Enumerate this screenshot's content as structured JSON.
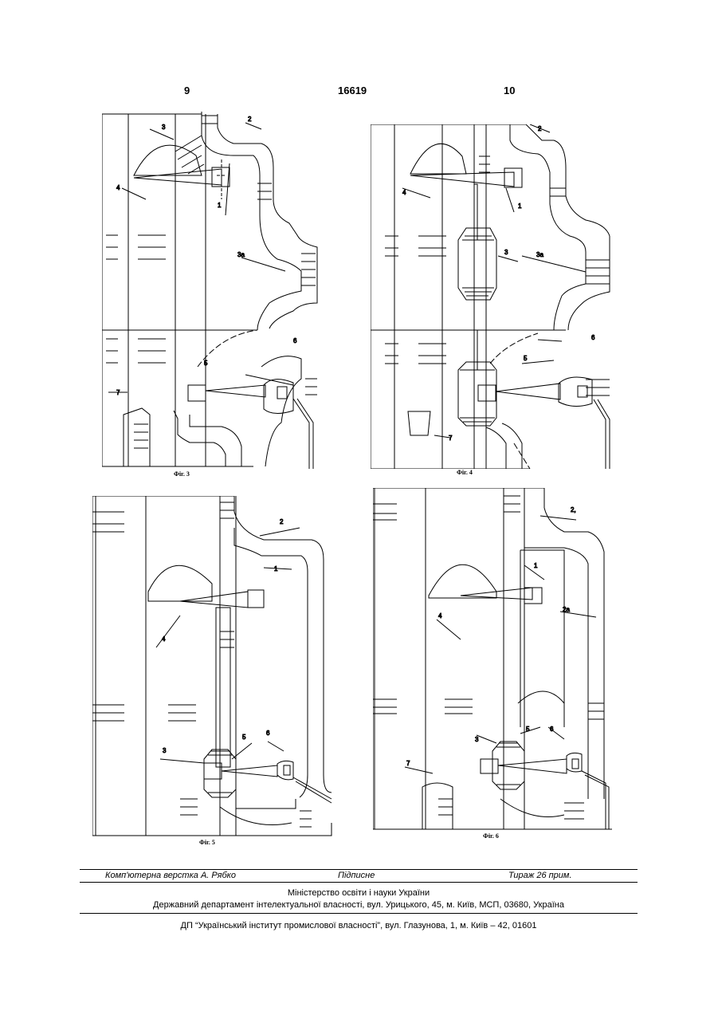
{
  "header": {
    "left_page": "9",
    "patent_number": "16619",
    "right_page": "10"
  },
  "figures": {
    "fig3": {
      "caption": "Фіг. 3",
      "labels": {
        "l1": "1",
        "l2": "2",
        "l3": "3",
        "l3a": "3а",
        "l4": "4",
        "l5": "5",
        "l6": "6",
        "l7": "7"
      }
    },
    "fig4": {
      "caption": "Фіг. 4",
      "labels": {
        "l1": "1",
        "l2": "2",
        "l3": "3",
        "l3a": "3а",
        "l4": "4",
        "l5": "5",
        "l6": "6",
        "l7": "7"
      }
    },
    "fig5": {
      "caption": "Фіг. 5",
      "labels": {
        "l1": "1",
        "l2": "2",
        "l3": "3",
        "l4": "4",
        "l5": "5",
        "l6": "6"
      }
    },
    "fig6": {
      "caption": "Фіг. 6",
      "labels": {
        "l1": "1",
        "l2": "2,",
        "l2a": "2а",
        "l3": "3",
        "l4": "4",
        "l5": "5",
        "l6": "6",
        "l7": "7"
      }
    }
  },
  "footer": {
    "layout_by": "Комп'ютерна верстка А. Рябко",
    "signed": "Підписне",
    "circulation": "Тираж 26 прим.",
    "ministry": "Міністерство освіти і науки України",
    "department": "Державний департамент інтелектуальної власності, вул. Урицького, 45, м. Київ, МСП, 03680, Україна",
    "institute": "ДП “Український інститут промислової власності”, вул. Глазунова, 1, м. Київ – 42, 01601"
  }
}
